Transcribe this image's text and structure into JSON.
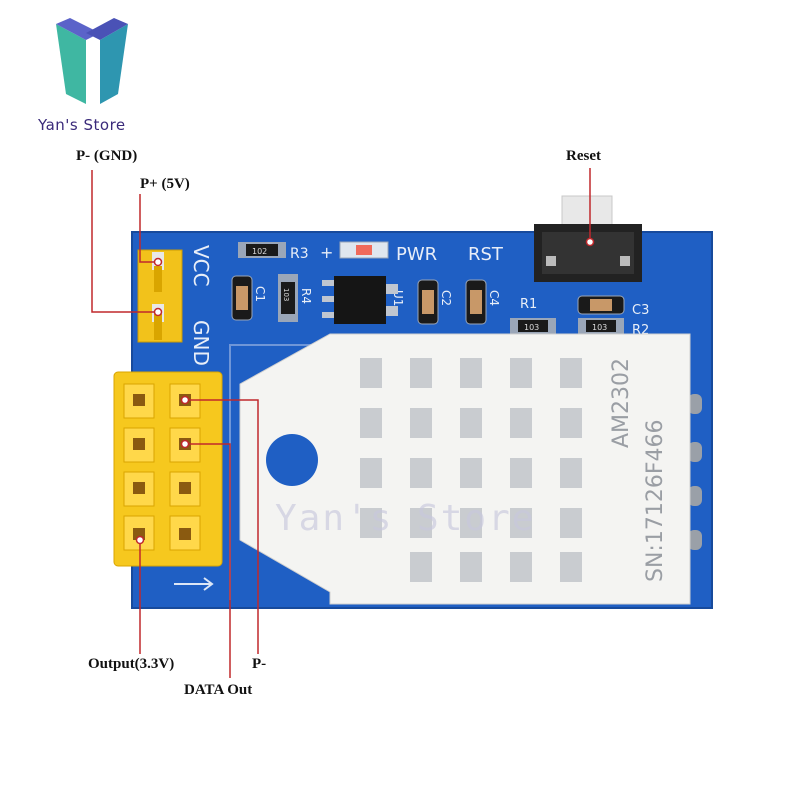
{
  "brand": {
    "name": "Yan's Store",
    "watermark": "Yan's Store"
  },
  "callouts": {
    "gnd": "P- (GND)",
    "vcc": "P+ (5V)",
    "reset": "Reset",
    "output": "Output(3.3V)",
    "data_out": "DATA Out",
    "p_minus": "P-"
  },
  "silkscreen": {
    "r3": "R3",
    "plus": "+",
    "pwr": "PWR",
    "rst": "RST",
    "vcc": "VCC",
    "gnd": "GND",
    "c1": "C1",
    "r4": "R4",
    "u1": "U1",
    "c2": "C2",
    "c4": "C4",
    "r1": "R1",
    "c3": "C3",
    "r2": "R2",
    "res_102": "102",
    "res_103a": "103",
    "res_103b": "103",
    "res_103c": "103"
  },
  "sensor": {
    "model": "AM2302",
    "serial": "SN:17126F466"
  },
  "colors": {
    "pcb": "#1f5fc4",
    "header": "#f2c21b",
    "callout_line": "#c0282c",
    "sensor_body": "#f4f4f2"
  }
}
